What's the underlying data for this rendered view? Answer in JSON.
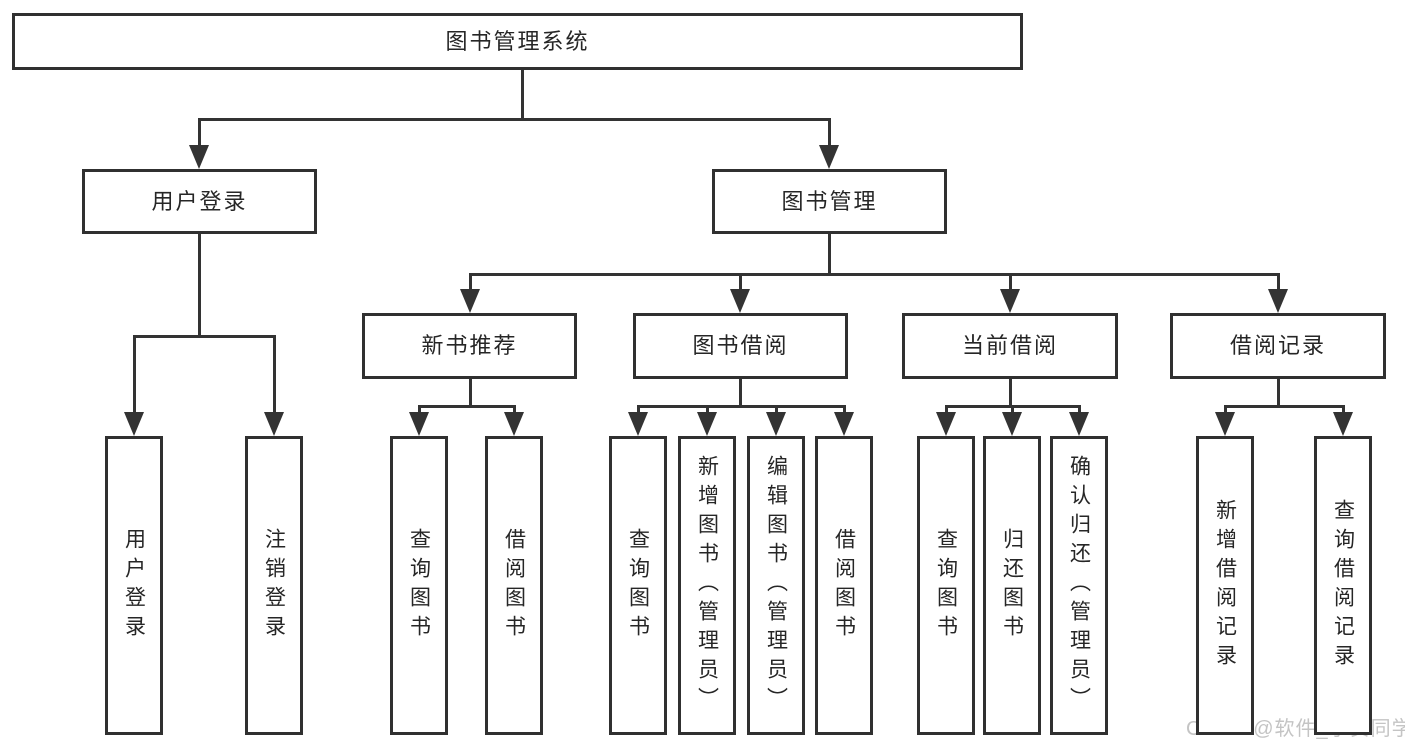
{
  "diagram": {
    "type": "hierarchy-tree",
    "title": "图书管理系统",
    "watermark": "CSDN @软件_小贺同学",
    "colors": {
      "background": "#ffffff",
      "line": "#333333",
      "border": "#303030",
      "text": "#262626",
      "watermark": "#c4c4c4"
    },
    "nodes": [
      {
        "id": "root",
        "label": "图书管理系统",
        "level": 1,
        "parent": null
      },
      {
        "id": "user-login",
        "label": "用户登录",
        "level": 2,
        "parent": "root"
      },
      {
        "id": "book-mgmt",
        "label": "图书管理",
        "level": 2,
        "parent": "root"
      },
      {
        "id": "new-book-rec",
        "label": "新书推荐",
        "level": 3,
        "parent": "book-mgmt"
      },
      {
        "id": "book-borrow",
        "label": "图书借阅",
        "level": 3,
        "parent": "book-mgmt"
      },
      {
        "id": "current-borrow",
        "label": "当前借阅",
        "level": 3,
        "parent": "book-mgmt"
      },
      {
        "id": "borrow-records",
        "label": "借阅记录",
        "level": 3,
        "parent": "book-mgmt"
      },
      {
        "id": "user-login-action",
        "label": "用户登录",
        "level": 4,
        "parent": "user-login"
      },
      {
        "id": "logout-action",
        "label": "注销登录",
        "level": 4,
        "parent": "user-login"
      },
      {
        "id": "query-book-newrec",
        "label": "查询图书",
        "level": 4,
        "parent": "new-book-rec"
      },
      {
        "id": "borrow-book-newrec",
        "label": "借阅图书",
        "level": 4,
        "parent": "new-book-rec"
      },
      {
        "id": "query-book-borrow",
        "label": "查询图书",
        "level": 4,
        "parent": "book-borrow"
      },
      {
        "id": "add-book-admin",
        "label": "新增图书（管理员）",
        "level": 4,
        "parent": "book-borrow"
      },
      {
        "id": "edit-book-admin",
        "label": "编辑图书（管理员）",
        "level": 4,
        "parent": "book-borrow"
      },
      {
        "id": "borrow-book-action",
        "label": "借阅图书",
        "level": 4,
        "parent": "book-borrow"
      },
      {
        "id": "query-book-current",
        "label": "查询图书",
        "level": 4,
        "parent": "current-borrow"
      },
      {
        "id": "return-book",
        "label": "归还图书",
        "level": 4,
        "parent": "current-borrow"
      },
      {
        "id": "confirm-return-admin",
        "label": "确认归还（管理员）",
        "level": 4,
        "parent": "current-borrow"
      },
      {
        "id": "add-borrow-record",
        "label": "新增借阅记录",
        "level": 4,
        "parent": "borrow-records"
      },
      {
        "id": "query-borrow-record",
        "label": "查询借阅记录",
        "level": 4,
        "parent": "borrow-records"
      }
    ]
  }
}
